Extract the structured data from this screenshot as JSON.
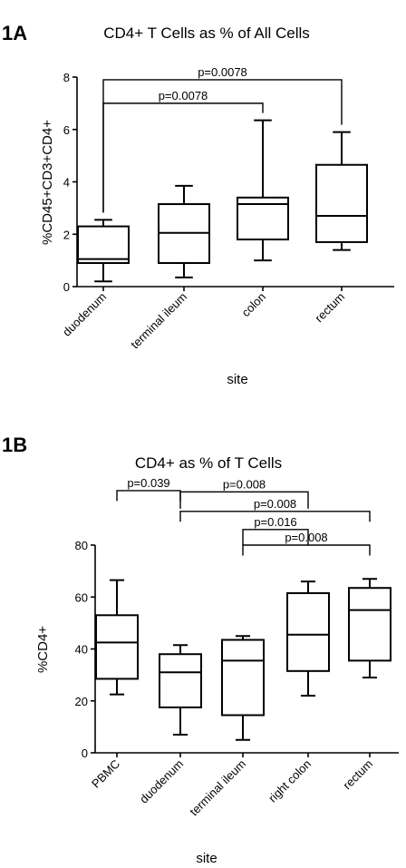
{
  "chart_data": [
    {
      "panel": "1A",
      "type": "box",
      "title": "CD4+ T Cells as % of All Cells",
      "xlabel": "site",
      "ylabel": "%CD45+CD3+CD4+",
      "ylim": [
        0,
        8
      ],
      "yticks": [
        0,
        2,
        4,
        6,
        8
      ],
      "grid": false,
      "categories": [
        "duodenum",
        "terminal ileum",
        "colon",
        "rectum"
      ],
      "boxes": [
        {
          "min": 0.2,
          "q1": 0.9,
          "median": 1.05,
          "q3": 2.3,
          "max": 2.55
        },
        {
          "min": 0.35,
          "q1": 0.9,
          "median": 2.05,
          "q3": 3.15,
          "max": 3.85
        },
        {
          "min": 1.0,
          "q1": 1.8,
          "median": 3.15,
          "q3": 3.4,
          "max": 6.35
        },
        {
          "min": 1.4,
          "q1": 1.7,
          "median": 2.7,
          "q3": 4.65,
          "max": 5.9
        }
      ],
      "comparisons": [
        {
          "from": 0,
          "to": 2,
          "label": "p=0.0078",
          "y": 7.0
        },
        {
          "from": 0,
          "to": 3,
          "label": "p=0.0078",
          "y": 7.9
        }
      ]
    },
    {
      "panel": "1B",
      "type": "box",
      "title": "CD4+ as % of T Cells",
      "xlabel": "site",
      "ylabel": "%CD4+",
      "ylim": [
        0,
        80
      ],
      "yticks": [
        0,
        20,
        40,
        60,
        80
      ],
      "grid": false,
      "categories": [
        "PBMC",
        "duodenum",
        "terminal ileum",
        "right colon",
        "rectum"
      ],
      "boxes": [
        {
          "min": 22.5,
          "q1": 28.5,
          "median": 42.5,
          "q3": 53,
          "max": 66.5
        },
        {
          "min": 7,
          "q1": 17.5,
          "median": 31,
          "q3": 38,
          "max": 41.5
        },
        {
          "min": 5,
          "q1": 14.5,
          "median": 35.5,
          "q3": 43.5,
          "max": 45
        },
        {
          "min": 22,
          "q1": 31.5,
          "median": 45.5,
          "q3": 61.5,
          "max": 66
        },
        {
          "min": 29,
          "q1": 35.5,
          "median": 55,
          "q3": 63.5,
          "max": 67
        }
      ],
      "comparisons": [
        {
          "from": 0,
          "to": 1,
          "label": "p=0.039",
          "y": 101,
          "drop_to": 97
        },
        {
          "from": 1,
          "to": 3,
          "label": "p=0.008",
          "y": 100.5,
          "drop_to": 94
        },
        {
          "from": 1,
          "to": 4,
          "label": "p=0.008",
          "y": 93,
          "drop_to": 89
        },
        {
          "from": 2,
          "to": 3,
          "label": "p=0.016",
          "y": 86,
          "drop_to": 80
        },
        {
          "from": 2,
          "to": 4,
          "label": "p=0.008",
          "y": 80,
          "drop_to": 76
        }
      ]
    }
  ]
}
